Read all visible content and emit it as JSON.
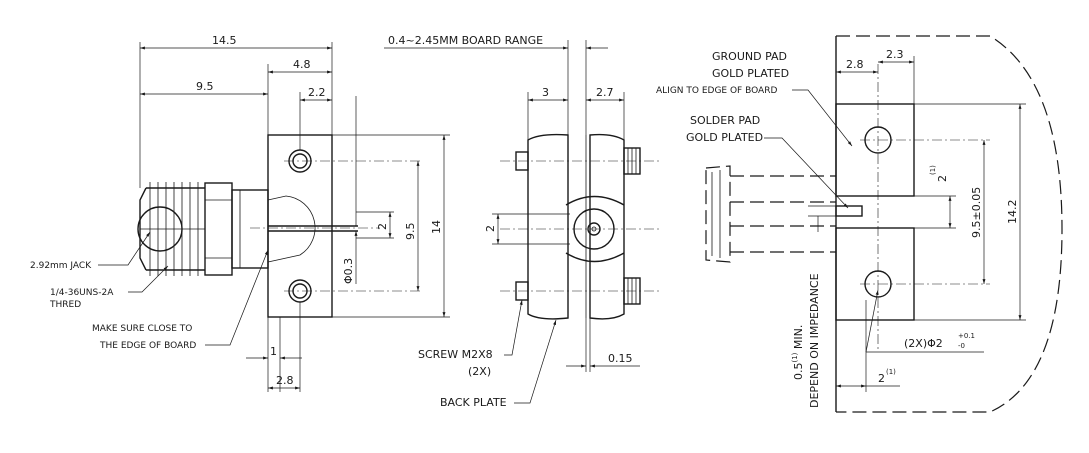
{
  "labels": {
    "jack": "2.92mm JACK",
    "thread_1": "1/4-36UNS-2A",
    "thread_2": "THRED",
    "make_sure_1": "MAKE SURE CLOSE TO",
    "make_sure_2": "THE EDGE OF BOARD",
    "screw_1": "SCREW M2X8",
    "screw_2": "(2X)",
    "back_plate": "BACK PLATE",
    "board_range": "0.4~2.45MM BOARD RANGE",
    "ground_pad_1": "GROUND PAD",
    "ground_pad_2": "GOLD PLATED",
    "ground_pad_3": "ALIGN TO EDGE OF BOARD",
    "solder_pad_1": "SOLDER PAD",
    "solder_pad_2": "GOLD PLATED",
    "min_note": "0.5",
    "min_note_sup": "(1)",
    "min_note_suffix": " MIN.",
    "depend": "DEPEND ON IMPEDANCE"
  },
  "dims": {
    "d14_5": "14.5",
    "d9_5": "9.5",
    "d4_8": "4.8",
    "d2_2": "2.2",
    "d1": "1",
    "d2_8_left": "2.8",
    "d_phi03": "Φ0.3",
    "d2_left": "2",
    "d9_5_v": "9.5",
    "d14_v": "14",
    "d3": "3",
    "d2_7": "2.7",
    "d2_mid": "2",
    "d0_15": "0.15",
    "d2_8_right": "2.8",
    "d2_3": "2.3",
    "d2_sup_v": "2",
    "sup": "(1)",
    "d9_5_tol": "9.5±0.05",
    "d14_2": "14.2",
    "d_hole": "(2X)Φ2",
    "hole_tol_up": "+0.1",
    "hole_tol_dn": "-0",
    "d2_sup_h": "2"
  }
}
